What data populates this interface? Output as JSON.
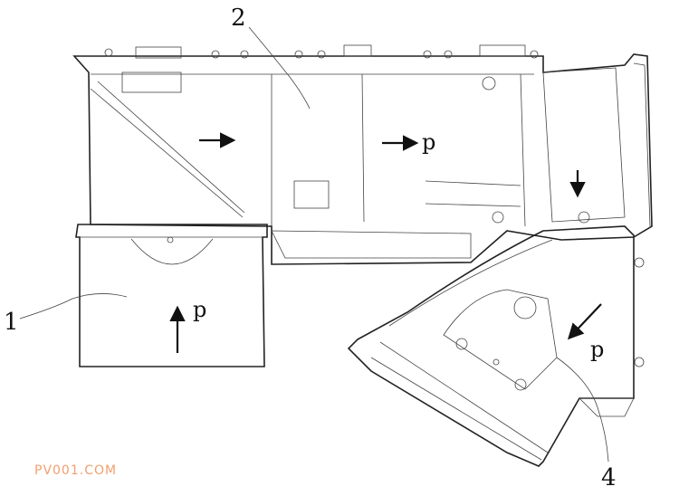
{
  "figure": {
    "part_labels": {
      "part1": "1",
      "part2": "2",
      "part4": "4"
    },
    "pressure_labels": [
      "p",
      "p",
      "p"
    ],
    "arrows": [
      "arrow-right-upper-left",
      "arrow-right-upper-mid",
      "arrow-up-lower-left",
      "arrow-down-right",
      "arrow-diagonal-down-left"
    ]
  },
  "watermark": "PV001.COM"
}
